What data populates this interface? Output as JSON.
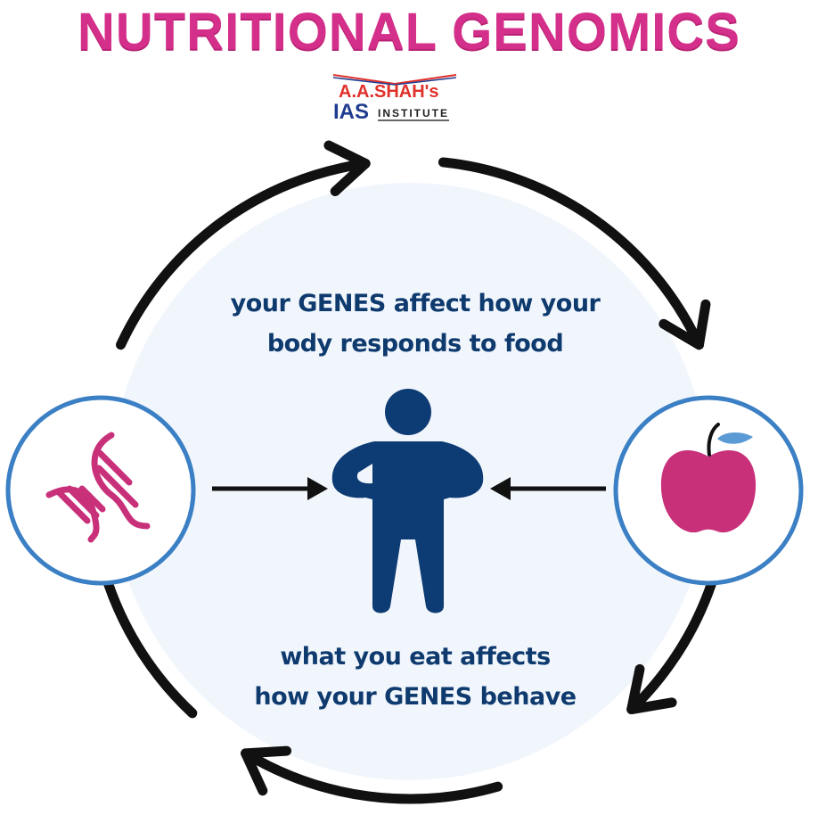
{
  "title": "NUTRITIONAL GENOMICS",
  "logo": {
    "line1": "A.A.SHAH's",
    "line2a": "IAS",
    "line2b": "INSTITUTE"
  },
  "top_caption": {
    "line1": "your GENES affect how your",
    "line2": "body responds to food"
  },
  "bottom_caption": {
    "line1": "what you eat affects",
    "line2": "how your GENES behave"
  },
  "icons": {
    "left": "dna-icon",
    "center": "person-icon",
    "right": "apple-icon"
  },
  "colors": {
    "title": "#d42f8a",
    "text": "#0e3a6e",
    "ring": "#3b7fc4",
    "accent": "#c8307a",
    "person": "#0d3b73",
    "bg_circle": "#f1f6fd"
  }
}
